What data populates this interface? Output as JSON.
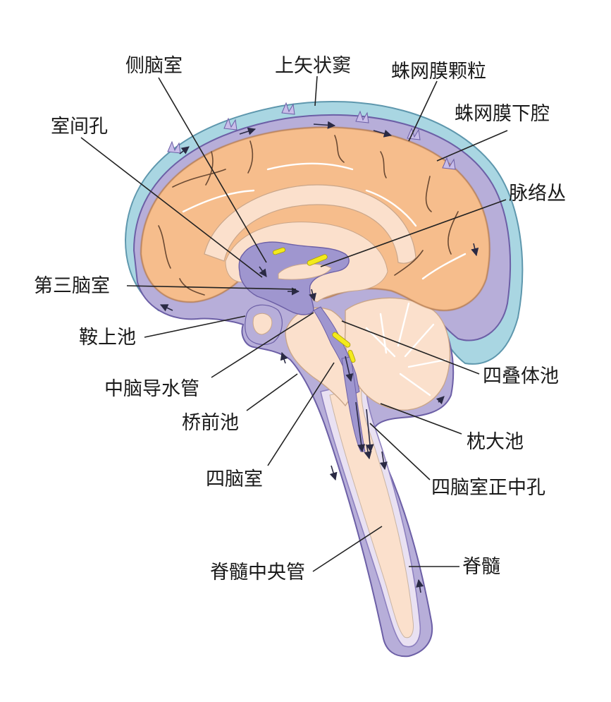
{
  "labels": {
    "lateral_ventricle": "侧脑室",
    "superior_sagittal_sinus": "上矢状窦",
    "arachnoid_granulations": "蛛网膜颗粒",
    "interventricular_foramen": "室间孔",
    "subarachnoid_space": "蛛网膜下腔",
    "choroid_plexus": "脉络丛",
    "third_ventricle": "第三脑室",
    "suprasellar_cistern": "鞍上池",
    "cerebral_aqueduct": "中脑导水管",
    "quadrigeminal_cistern": "四叠体池",
    "prepontine_cistern": "桥前池",
    "cisterna_magna": "枕大池",
    "fourth_ventricle": "四脑室",
    "median_aperture": "四脑室正中孔",
    "central_canal": "脊髓中央管",
    "spinal_cord": "脊髓"
  },
  "colors": {
    "sinus": "#a9d6e2",
    "sinus_edge": "#5e97ad",
    "csf": "#b7aed9",
    "csf_edge": "#6c5fa6",
    "ventricle": "#9f96cf",
    "cortex": "#f6bd8c",
    "cortex_edge": "#b57b4f",
    "deep_tissue": "#fbe0cc",
    "plexus": "#f3ea1c"
  },
  "icons": {
    "flow_arrow": "arrowhead",
    "granulation": "tuft"
  }
}
